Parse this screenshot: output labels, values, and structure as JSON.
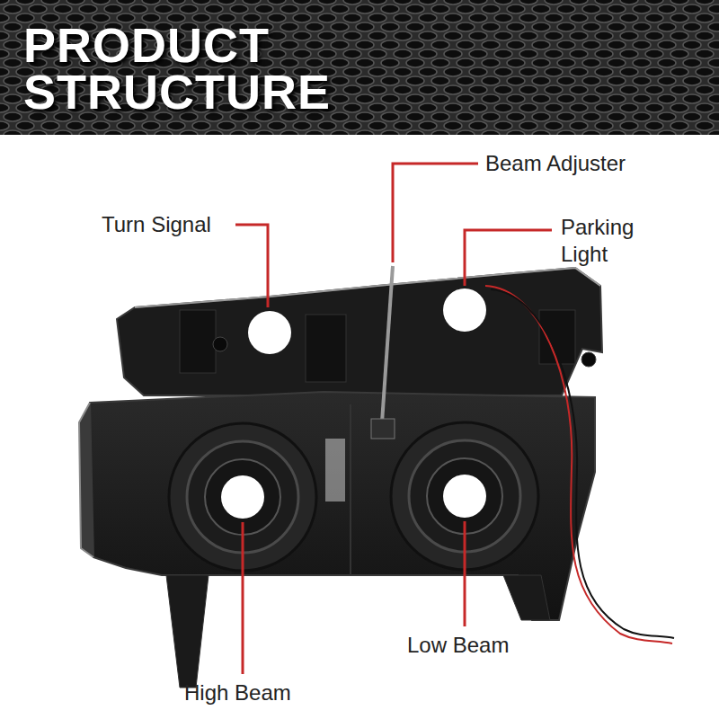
{
  "diagram": {
    "title": "PRODUCT STRUCTURE",
    "labels": [
      "Turn Signal",
      "Beam Adjuster",
      "Parking Light",
      "Low Beam",
      "High Beam"
    ]
  }
}
